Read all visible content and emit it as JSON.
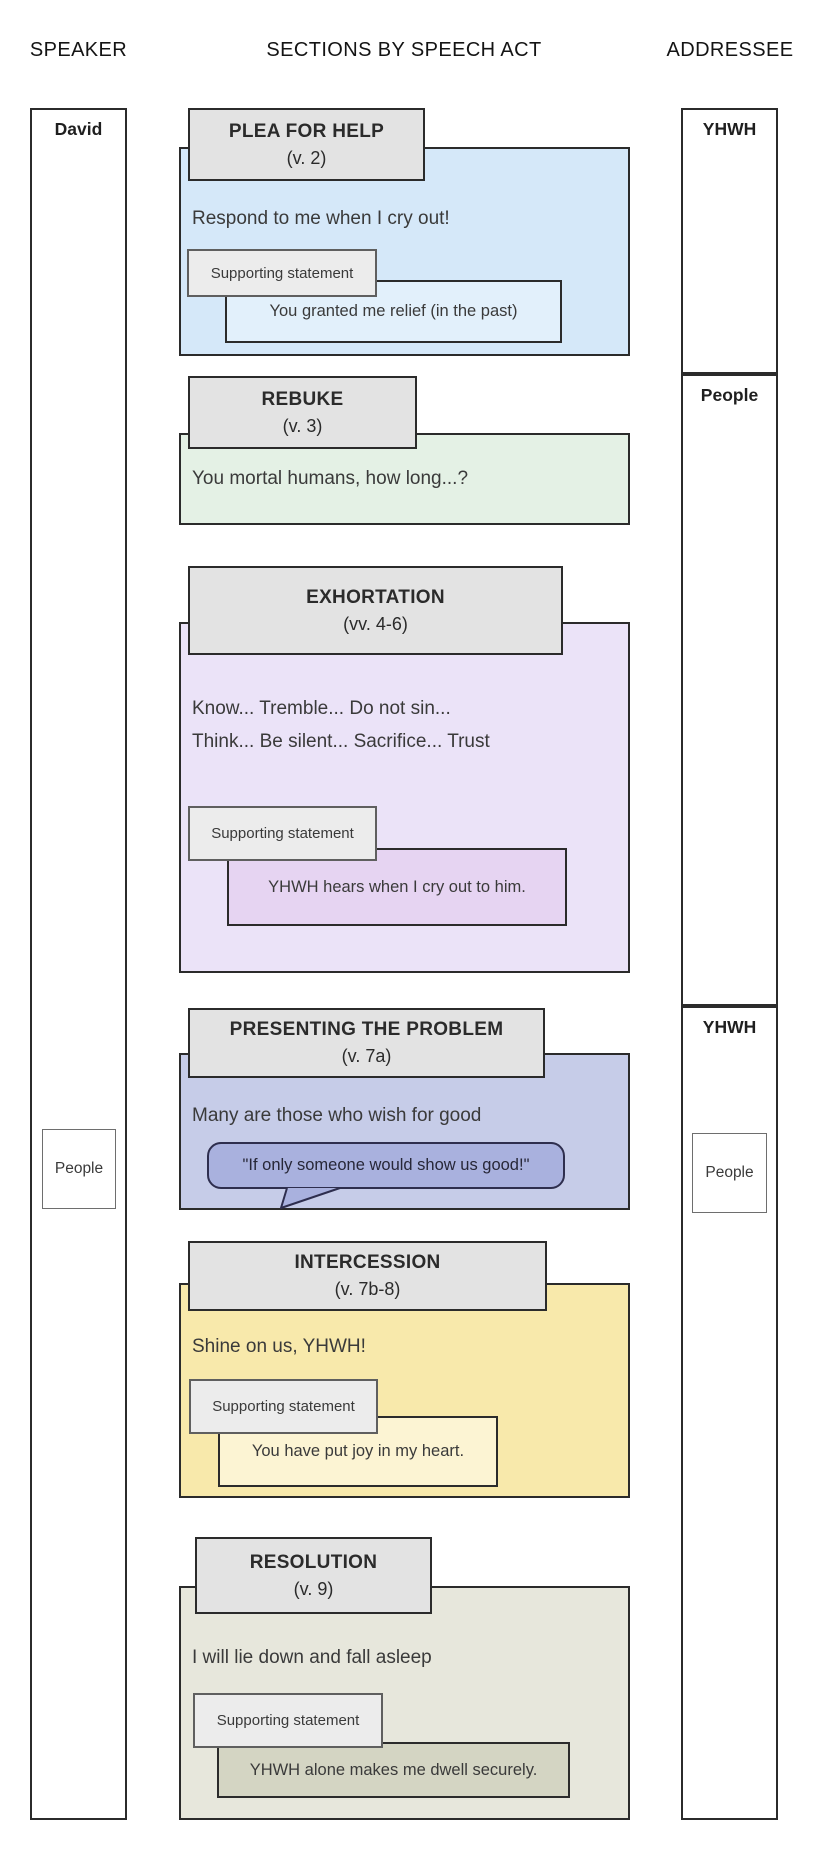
{
  "headers": {
    "speaker": "SPEAKER",
    "sections": "SECTIONS BY SPEECH ACT",
    "addressee": "ADDRESSEE"
  },
  "speaker_column": {
    "label": "David",
    "inner_label": "People"
  },
  "addressee_column": {
    "box1_label": "YHWH",
    "box2_label": "People",
    "box3_label": "YHWH",
    "box3_inner_label": "People"
  },
  "sections": [
    {
      "title": "PLEA FOR HELP",
      "verse": "(v. 2)",
      "body": "Respond to me when I cry out!",
      "supporting_label": "Supporting statement",
      "supporting_text": "You granted me relief (in the past)",
      "color": "#d5e8f9",
      "inner_color": "#e2f0fb"
    },
    {
      "title": "REBUKE",
      "verse": "(v. 3)",
      "body": "You mortal humans, how long...?",
      "color": "#e4f1e5"
    },
    {
      "title": "EXHORTATION",
      "verse": "(vv. 4-6)",
      "body": "Know... Tremble... Do not sin...\nThink... Be silent... Sacrifice... Trust",
      "supporting_label": "Supporting statement",
      "supporting_text": "YHWH hears when I cry out to him.",
      "color": "#ebe3f8",
      "inner_color": "#e6d4f2"
    },
    {
      "title": "PRESENTING THE PROBLEM",
      "verse": "(v. 7a)",
      "body": "Many are those who wish for good",
      "quote": "\"If only someone would show us good!\"",
      "color": "#c6cce8",
      "bubble_color": "#a9b1de",
      "bubble_border": "#2e2e4e"
    },
    {
      "title": "INTERCESSION",
      "verse": "(v. 7b-8)",
      "body": "Shine on us, YHWH!",
      "supporting_label": "Supporting statement",
      "supporting_text": "You have put joy in my heart.",
      "color": "#f8e9ab",
      "inner_color": "#fcf4d3"
    },
    {
      "title": "RESOLUTION",
      "verse": "(v. 9)",
      "body": "I will lie down and fall asleep",
      "supporting_label": "Supporting statement",
      "supporting_text": "YHWH alone makes me dwell securely.",
      "color": "#e7e7dc",
      "inner_color": "#d4d5c3"
    }
  ],
  "palette": {
    "header_box_bg": "#e3e3e3",
    "main_border": "#2b2b2b",
    "supporting_box_bg": "#ececec",
    "supporting_box_border": "#5f5f5f",
    "background": "#ffffff"
  }
}
